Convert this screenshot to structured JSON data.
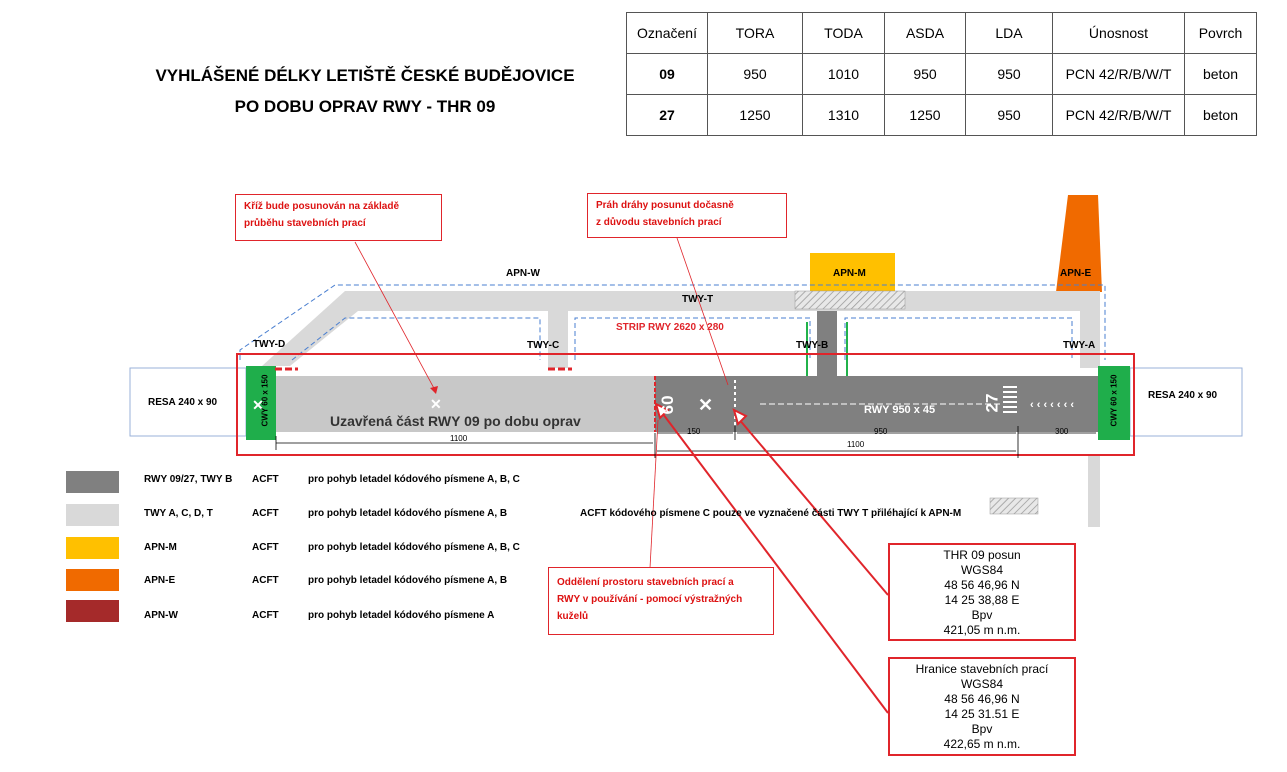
{
  "title": {
    "line1": "VYHLÁŠENÉ DÉLKY LETIŠTĚ ČESKÉ BUDĚJOVICE",
    "line2": "PO DOBU OPRAV RWY - THR 09"
  },
  "declared_table": {
    "headers": [
      "Označení",
      "TORA",
      "TODA",
      "ASDA",
      "LDA",
      "Únosnost",
      "Povrch"
    ],
    "rows": [
      [
        "09",
        "950",
        "1010",
        "950",
        "950",
        "PCN 42/R/B/W/T",
        "beton"
      ],
      [
        "27",
        "1250",
        "1310",
        "1250",
        "950",
        "PCN 42/R/B/W/T",
        "beton"
      ]
    ]
  },
  "callouts": {
    "cross": [
      "Kříž bude posunován na základě",
      "průběhu stavebních prací"
    ],
    "threshold": [
      "Práh dráhy posunut dočasně",
      "z důvodu stavebních prací"
    ],
    "separation": [
      "Oddělení prostoru stavebních prací a",
      "RWY v používání - pomocí výstražných",
      "kuželů"
    ]
  },
  "labels": {
    "apn_w": "APN-W",
    "apn_m": "APN-M",
    "apn_e": "APN-E",
    "twy_t": "TWY-T",
    "twy_d": "TWY-D",
    "twy_c": "TWY-C",
    "twy_b": "TWY-B",
    "twy_a": "TWY-A",
    "strip": "STRIP RWY 2620 x 280",
    "resa_left": "RESA  240 x 90",
    "resa_right": "RESA 240 x 90",
    "cwy_left": "CWY  60 x 150",
    "cwy_right": "CWY  60 x 150",
    "closed": "Uzavřená část RWY 09 po dobu oprav",
    "rwy": "RWY 950 x 45",
    "num_09": "09",
    "num_27": "27",
    "dim_1100_left": "1100",
    "dim_150": "150",
    "dim_950": "950",
    "dim_300": "300",
    "dim_1100_right": "1100"
  },
  "legend": [
    {
      "color": "#808080",
      "name": "RWY 09/27, TWY B",
      "acft": "ACFT",
      "desc": "pro pohyb letadel kódového písmene A, B, C"
    },
    {
      "color": "#d9d9d9",
      "name": "TWY A, C, D, T",
      "acft": "ACFT",
      "desc": "pro pohyb letadel kódového písmene A, B"
    },
    {
      "color": "#ffc000",
      "name": "APN-M",
      "acft": "ACFT",
      "desc": "pro pohyb letadel kódového písmene A, B, C"
    },
    {
      "color": "#f06a00",
      "name": "APN-E",
      "acft": "ACFT",
      "desc": "pro pohyb letadel kódového písmene A, B"
    },
    {
      "color": "#a52a2a",
      "name": "APN-W",
      "acft": "ACFT",
      "desc": "pro pohyb letadel kódového písmene A"
    }
  ],
  "note_c": "ACFT kódového písmene C pouze ve vyznačené části TWY T přiléhající k APN-M",
  "thr_box": [
    "THR 09 posun",
    "WGS84",
    "48 56 46,96 N",
    "14 25 38,88 E",
    "Bpv",
    "421,05 m n.m."
  ],
  "works_box": [
    "Hranice stavebních prací",
    "WGS84",
    "48 56 46,96 N",
    "14 25 31.51 E",
    "Bpv",
    "422,65 m n.m."
  ]
}
